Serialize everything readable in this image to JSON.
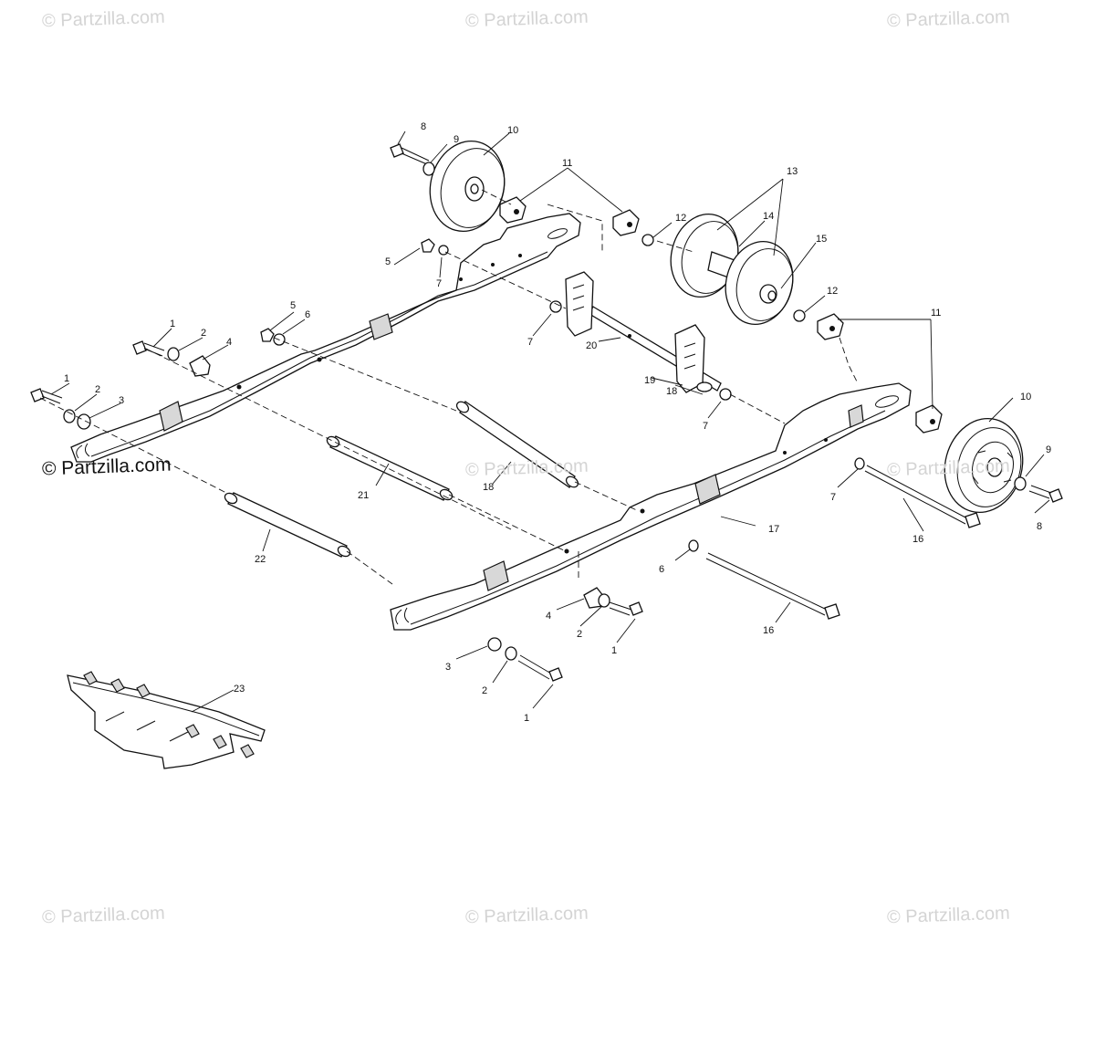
{
  "watermarks": [
    {
      "id": "wm-top-left",
      "text": "© Partzilla.com"
    },
    {
      "id": "wm-top-center",
      "text": "© Partzilla.com"
    },
    {
      "id": "wm-top-right",
      "text": "© Partzilla.com"
    },
    {
      "id": "wm-mid-left",
      "text": "© Partzilla.com"
    },
    {
      "id": "wm-mid-center",
      "text": "© Partzilla.com"
    },
    {
      "id": "wm-mid-right",
      "text": "© Partzilla.com"
    },
    {
      "id": "wm-bottom-left",
      "text": "© Partzilla.com"
    },
    {
      "id": "wm-bottom-center",
      "text": "© Partzilla.com"
    },
    {
      "id": "wm-bottom-right",
      "text": "© Partzilla.com"
    }
  ],
  "callouts": {
    "c8_top": "8",
    "c9_top": "9",
    "c10_top": "10",
    "c11_top": "11",
    "c12_top": "12",
    "c13": "13",
    "c14": "14",
    "c15": "15",
    "c12_right": "12",
    "c11_right": "11",
    "c5_top": "5",
    "c7_top": "7",
    "c5_mid": "5",
    "c6_mid": "6",
    "c7_mid": "7",
    "c1_a": "1",
    "c2_a": "2",
    "c4_a": "4",
    "c1_b": "1",
    "c2_b": "2",
    "c3_b": "3",
    "c20": "20",
    "c19": "19",
    "c18_a": "18",
    "c7_b": "7",
    "c10_right": "10",
    "c9_right": "9",
    "c8_right": "8",
    "c7_right": "7",
    "c16_a": "16",
    "c17": "17",
    "c21": "21",
    "c18_b": "18",
    "c22": "22",
    "c6_low": "6",
    "c4_low": "4",
    "c2_low": "2",
    "c1_low": "1",
    "c16_b": "16",
    "c3_low": "3",
    "c2_bottom": "2",
    "c1_bottom": "1",
    "c23": "23"
  }
}
